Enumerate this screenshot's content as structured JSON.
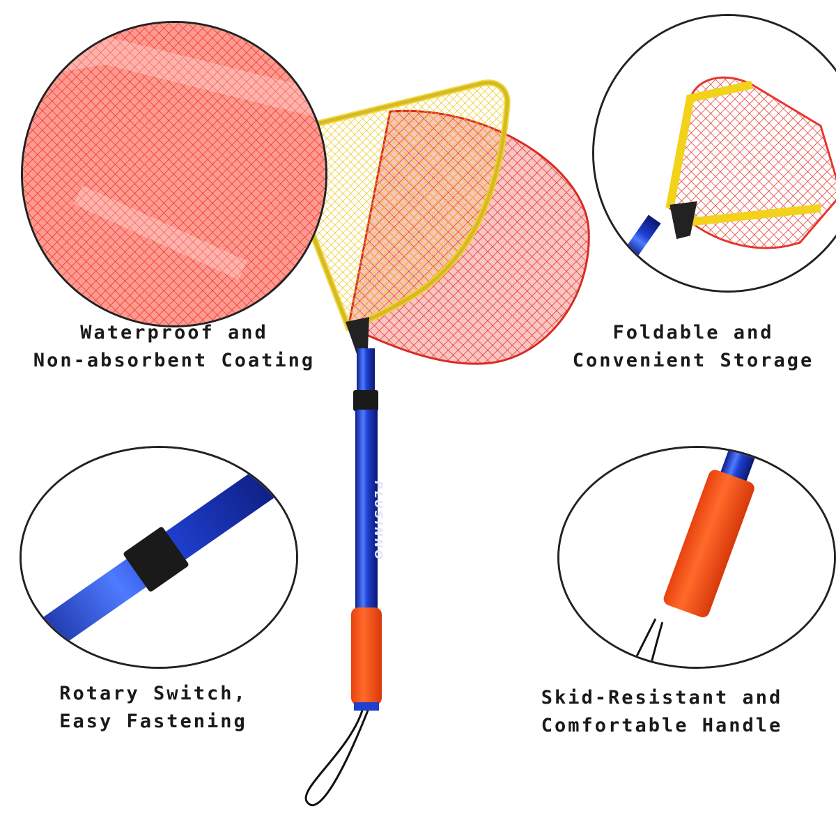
{
  "features": [
    {
      "line1": "Waterproof and",
      "line2": "Non-absorbent Coating"
    },
    {
      "line1": "Foldable and",
      "line2": "Convenient Storage"
    },
    {
      "line1": "Rotary Switch,",
      "line2": "Easy Fastening"
    },
    {
      "line1": "Skid-Resistant and",
      "line2": "Comfortable Handle"
    }
  ],
  "product": {
    "brand": "PLUSINNO"
  },
  "colors": {
    "net_red": "#e8342c",
    "net_yellow": "#f2d21a",
    "pole_blue": "#1f3fcf",
    "handle_orange": "#ff5a1f",
    "caption_text": "#1a1a1a"
  }
}
